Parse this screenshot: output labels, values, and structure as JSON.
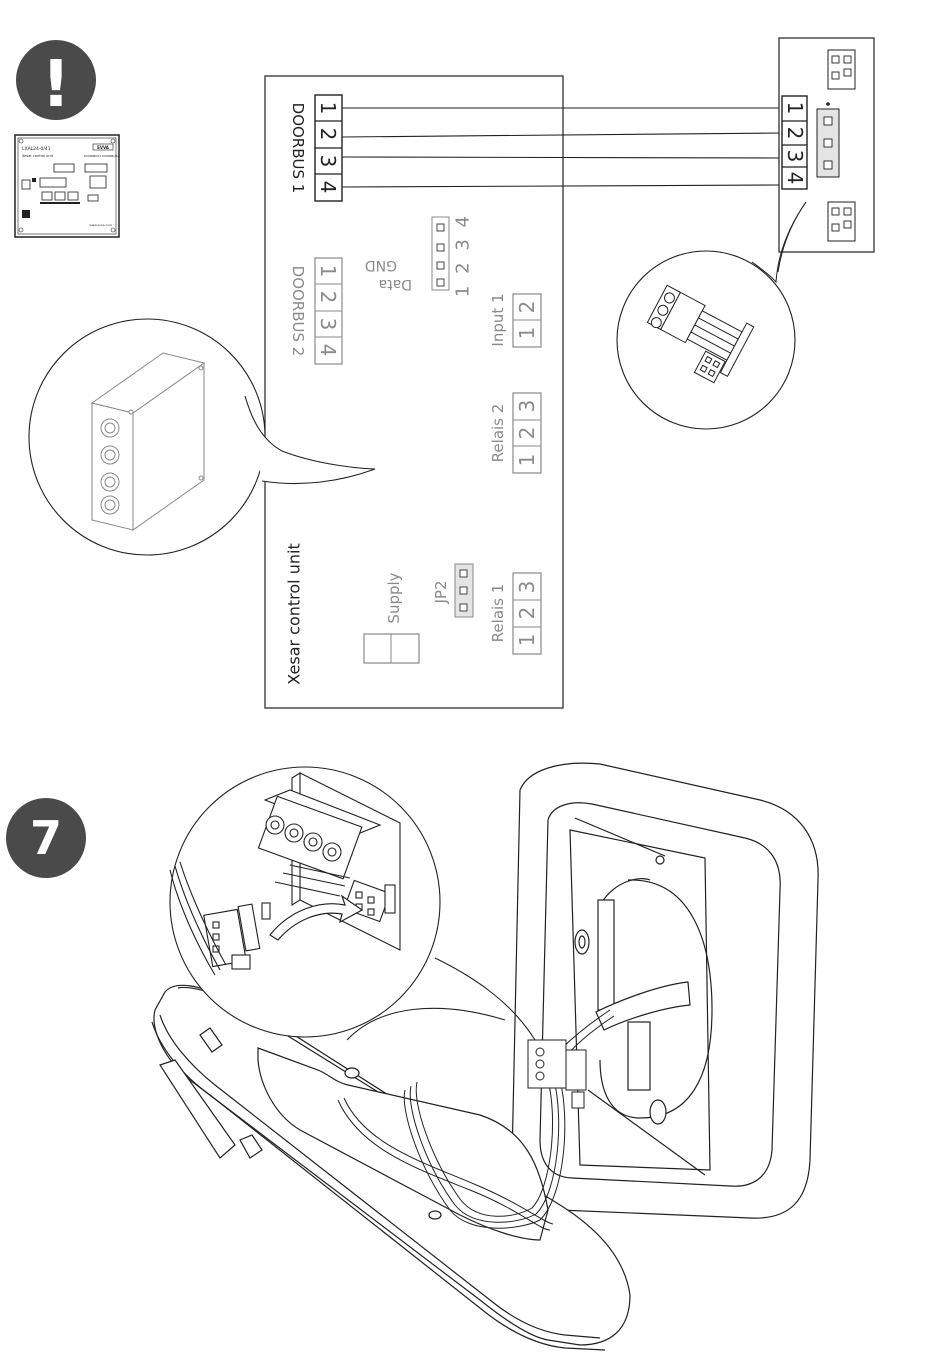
{
  "step_number": "7",
  "warning_symbol": "!",
  "mini_board": {
    "title": "LXAL24-0/41",
    "subtitle": "Xesar control unit",
    "brand": "EVVA",
    "right_label": "DOORBUS1 DOORBUS2",
    "url": "www.evva.com"
  },
  "control_unit": {
    "title": "Xesar control unit",
    "doorbus1": {
      "label": "DOORBUS 1",
      "pins": [
        "1",
        "2",
        "3",
        "4"
      ]
    },
    "doorbus2": {
      "label": "DOORBUS 2",
      "pins": [
        "1",
        "2",
        "3",
        "4"
      ]
    },
    "jumper_header": {
      "data_label": "Data",
      "gnd_label": "GND",
      "pin_numbers": "1 2 3 4"
    },
    "input1": {
      "label": "Input 1",
      "pins": [
        "1",
        "2"
      ]
    },
    "relais2": {
      "label": "Relais 2",
      "pins": [
        "1",
        "2",
        "3"
      ]
    },
    "relais1": {
      "label": "Relais 1",
      "pins": [
        "1",
        "2",
        "3"
      ]
    },
    "jp2_label": "JP2",
    "supply_label": "Supply"
  },
  "reader_board": {
    "pins": [
      "1",
      "2",
      "3",
      "4"
    ]
  },
  "colors": {
    "line": "#222222",
    "gray_text": "#8a8a8a",
    "badge": "#4a4a4a",
    "connector_fill": "#e4e4e4"
  },
  "icons": [
    "warning-icon",
    "control-unit-thumbnail",
    "enclosure-box-illustration",
    "connector-detail-illustration",
    "wall-reader-illustration",
    "connector-plug-illustration",
    "insert-arrow-icon"
  ]
}
